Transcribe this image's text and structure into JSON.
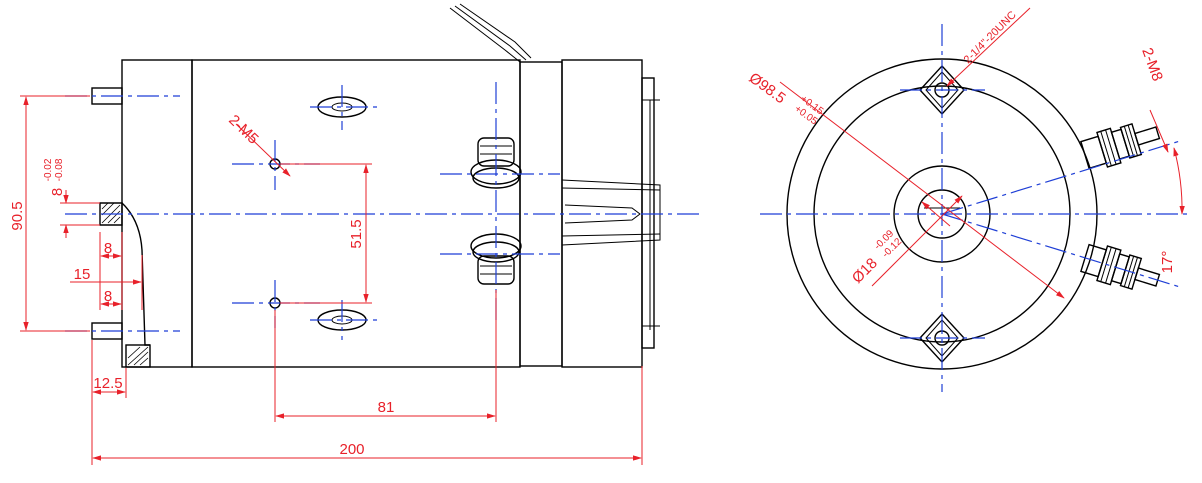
{
  "dimensions": {
    "overall_length": "200",
    "mount_spacing": "81",
    "mount_vertical": "51.5",
    "flange_height": "90.5",
    "shaft_tol_upper": "-0.02",
    "shaft_tol_lower": "-0.08",
    "shaft_nominal": "8",
    "key_8_top": "8",
    "key_15": "15",
    "key_8_bottom": "8",
    "offset_12_5": "12.5",
    "thread_m5": "2-M5",
    "housing_dia": "Ø98.5",
    "housing_tol_upper": "+0.15",
    "housing_tol_lower": "+0.05",
    "bore_dia": "Ø18",
    "bore_tol_upper": "-0.09",
    "bore_tol_lower": "-0.12",
    "mount_hole": "2-1/4\"-20UNC",
    "terminal_thread": "2-M8",
    "angle": "17°"
  },
  "colors": {
    "object_lines": "#000000",
    "center_lines": "#1f3fd6",
    "dimension_lines": "#e8212a",
    "background": "#ffffff"
  }
}
